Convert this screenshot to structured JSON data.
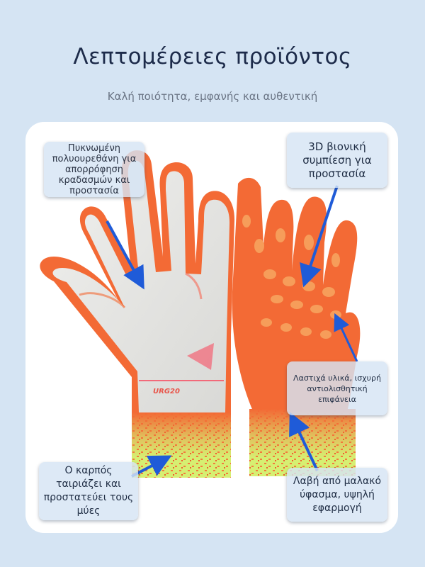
{
  "header": {
    "title": "Λεπτομέρειες προϊόντος",
    "subtitle": "Καλή ποιότητα, εμφανής και αυθεντική"
  },
  "product": {
    "glove_label": "URG20"
  },
  "callouts": {
    "foam": "Πυκνωμένη πολυουρεθάνη για απορρόφηση κραδασμών και προστασία",
    "bionic": "3D βιονική συμπίεση για προστασία",
    "rubber": "Λαστιχά υλικά, ισχυρή αντιολισθητική επιφάνεια",
    "wrist": "Ο καρπός ταιριάζει και προστατεύει τους μύες",
    "cuff": "Λαβή από μαλακό ύφασμα, υψηλή εφαρμογή"
  },
  "colors": {
    "background": "#d5e4f3",
    "panel": "#ffffff",
    "glove_orange": "#f36a35",
    "palm_white": "#e6e6e3",
    "cuff_lime": "#d3ee6c",
    "arrow_blue": "#1f5bd8"
  }
}
